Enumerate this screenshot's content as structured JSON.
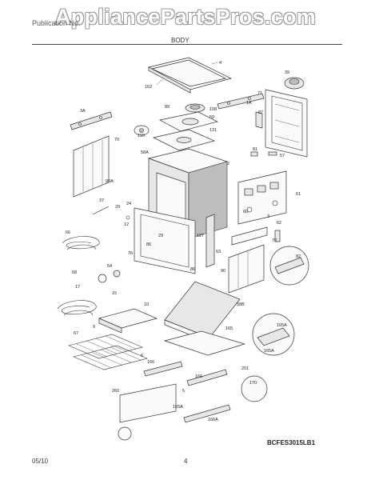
{
  "watermark": "AppliancePartsPros.com",
  "header": {
    "doc_label": "Publication No.",
    "section_title": "BODY"
  },
  "diagram_code": "BCFES3015LB1",
  "footer": {
    "date": "05/10",
    "page": "4"
  },
  "callouts": {
    "c4": "4",
    "c162": "162",
    "c39": "39",
    "c71": "71",
    "c1a": "1A",
    "c89": "89",
    "c108": "108",
    "c59": "59",
    "c87": "87",
    "c3a": "3A",
    "c110": "110",
    "c131": "131",
    "c70a": "70",
    "c58a": "58A",
    "c81": "81",
    "c57": "57",
    "c2": "2",
    "c90a": "90A",
    "c61": "61",
    "c37": "37",
    "c24": "24",
    "c29a": "29",
    "c12": "12",
    "c60": "60",
    "c3": "3",
    "c62": "62",
    "c70b": "70",
    "c66": "66",
    "c29b": "29",
    "c127": "127",
    "c86a": "86",
    "c63": "63",
    "c76": "76",
    "c86b": "86",
    "c82": "82",
    "c90b": "90",
    "c68": "68",
    "c54": "54",
    "c17": "17",
    "c15": "15",
    "c10": "10",
    "c9": "9",
    "c67": "67",
    "c58b": "58B",
    "c165": "165",
    "c165a1": "165A",
    "c165a2": "165A",
    "c6": "6",
    "c166a": "166",
    "c201": "201",
    "c5": "5",
    "c166b": "166",
    "c170": "170",
    "c260": "260",
    "c165a3": "165A",
    "c166a2": "166A"
  }
}
